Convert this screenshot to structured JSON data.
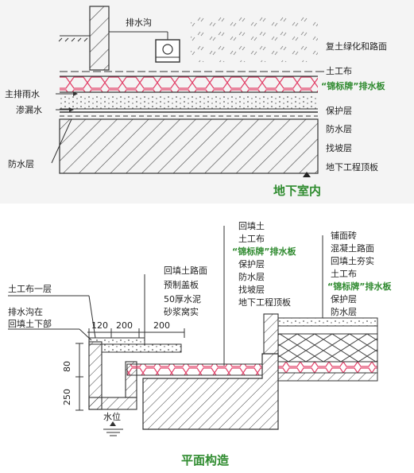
{
  "diagram1": {
    "title": "地下室内",
    "labels": {
      "drain_ditch": "排水沟",
      "backfill_green_road": "复土绿化和路面",
      "geotextile": "土工布",
      "drain_board": "“锦标牌”排水板",
      "main_rain": "主排雨水",
      "seepage": "渗漏水",
      "protective": "保护层",
      "waterproof_right": "防水层",
      "slope": "找坡层",
      "roof_slab": "地下工程顶板",
      "waterproof_left": "防水层"
    }
  },
  "diagram2": {
    "title": "平面构造",
    "dims": {
      "d120": "120",
      "d200a": "200",
      "d200b": "200",
      "d80": "80",
      "d250": "250"
    },
    "left_labels": {
      "geotextile_one": "土工布一层",
      "ditch_l1": "排水沟在",
      "ditch_l2": "回填土下部",
      "water_level": "水位"
    },
    "mid_labels": {
      "backfill_road": "回填土路面",
      "precast_cover": "预制盖板",
      "mortar_l1": "50厚水泥",
      "mortar_l2": "砂浆窝实"
    },
    "center_labels": {
      "backfill": "回填土",
      "geotextile": "土工布",
      "drain_board": "“锦标牌”排水板",
      "protective": "保护层",
      "waterproof": "防水层",
      "slope": "找坡层",
      "roof_slab": "地下工程顶板"
    },
    "right_labels": {
      "paving": "铺面砖",
      "concrete_road": "混凝土路面",
      "backfill_compact": "回填土夯实",
      "geotextile": "土工布",
      "drain_board": "“锦标牌”排水板",
      "protective": "保护层",
      "waterproof": "防水层"
    }
  }
}
